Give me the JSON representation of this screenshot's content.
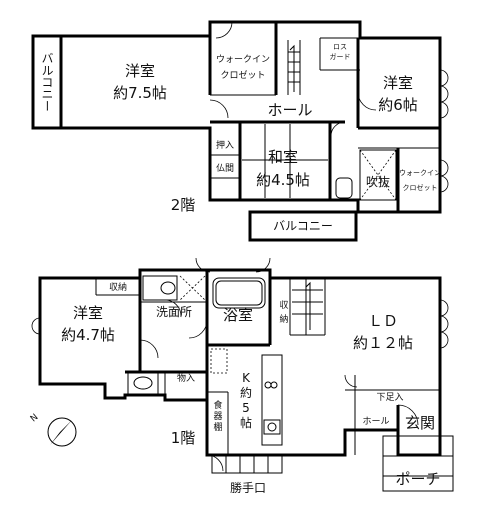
{
  "floor2": {
    "level": "2階",
    "rooms": {
      "balcony_west": "バルコニー",
      "western_a": "洋室",
      "western_a_size": "約7.5帖",
      "walkin_a": "ウォークイン",
      "walkin_a_sub": "クロゼット",
      "loss_guard_1": "ロス",
      "loss_guard_2": "ガード",
      "western_b": "洋室",
      "western_b_size": "約6帖",
      "hall": "ホール",
      "oshiire": "押入",
      "butsuma": "仏間",
      "japanese": "和室",
      "japanese_size": "約4.5帖",
      "void": "吹抜",
      "walkin_b": "ウォークイン",
      "walkin_b_sub": "クロゼット",
      "balcony_south": "バルコニー"
    }
  },
  "floor1": {
    "level": "1階",
    "rooms": {
      "storage": "収納",
      "western": "洋室",
      "western_size": "約4.7帖",
      "washroom": "洗面所",
      "bath": "浴室",
      "storage_2a": "収",
      "storage_2b": "納",
      "ld": "ＬＤ",
      "ld_size": "約１２帖",
      "closet_in": "物入",
      "k_1": "K",
      "k_2": "約",
      "k_3": "5",
      "k_4": "帖",
      "pantry_1": "食",
      "pantry_2": "器",
      "pantry_3": "棚",
      "shoe_box": "下足入",
      "hall": "ホール",
      "entrance": "玄関",
      "porch": "ポーチ",
      "back_door": "勝手口"
    }
  },
  "compass": "N"
}
